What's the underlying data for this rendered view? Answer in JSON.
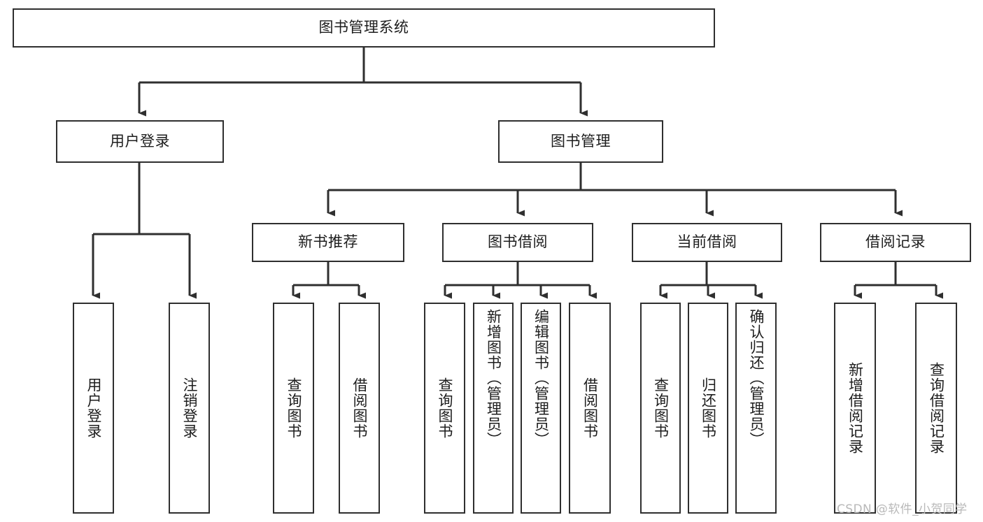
{
  "diagram": {
    "type": "tree",
    "title": "图书管理系统",
    "orientation": "top-down",
    "colors": {
      "box_border": "#2f2f2f",
      "box_fill": "#ffffff",
      "edge": "#2f2f2f",
      "text": "#1d1d1d",
      "watermark": "#b9b9b9"
    }
  },
  "nodes": {
    "root": {
      "label": "图书管理系统",
      "level": 0
    },
    "level1": [
      {
        "id": "user-login",
        "label": "用户登录"
      },
      {
        "id": "book-manage",
        "label": "图书管理"
      }
    ],
    "level2": [
      {
        "id": "new-book-recommend",
        "label": "新书推荐",
        "parent": "book-manage"
      },
      {
        "id": "book-borrow",
        "label": "图书借阅",
        "parent": "book-manage"
      },
      {
        "id": "current-borrow",
        "label": "当前借阅",
        "parent": "book-manage"
      },
      {
        "id": "borrow-record",
        "label": "借阅记录",
        "parent": "book-manage"
      }
    ],
    "leaves": {
      "user_login": [
        {
          "id": "leaf-user-login",
          "label": "用户登录"
        },
        {
          "id": "leaf-logout-login",
          "label": "注销登录"
        }
      ],
      "new_book_recommend": [
        {
          "id": "leaf-query-book-1",
          "label": "查询图书"
        },
        {
          "id": "leaf-borrow-book-1",
          "label": "借阅图书"
        }
      ],
      "book_borrow": [
        {
          "id": "leaf-query-book-2",
          "label": "查询图书"
        },
        {
          "id": "leaf-add-book",
          "label": "新增图书（管理员）"
        },
        {
          "id": "leaf-edit-book",
          "label": "编辑图书（管理员）"
        },
        {
          "id": "leaf-borrow-book-2",
          "label": "借阅图书"
        }
      ],
      "current_borrow": [
        {
          "id": "leaf-query-book-3",
          "label": "查询图书"
        },
        {
          "id": "leaf-return-book",
          "label": "归还图书"
        },
        {
          "id": "leaf-confirm-return",
          "label": "确认归还（管理员）"
        }
      ],
      "borrow_record": [
        {
          "id": "leaf-add-record",
          "label": "新增借阅记录"
        },
        {
          "id": "leaf-query-record",
          "label": "查询借阅记录"
        }
      ]
    }
  },
  "watermark": {
    "text": "CSDN @软件_小贺同学"
  }
}
